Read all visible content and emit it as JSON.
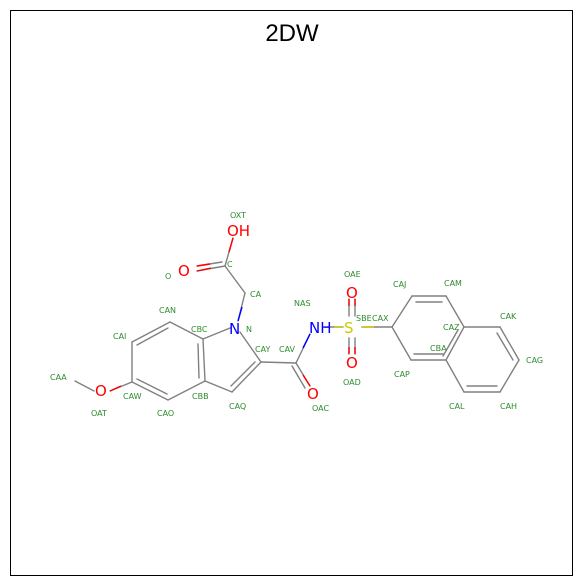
{
  "title": "2DW",
  "colors": {
    "bond": "#808080",
    "atom_label": "#2e8b2e",
    "oxygen": "#ff0000",
    "nitrogen": "#0000ff",
    "sulfur": "#cccc00",
    "frame": "#000000"
  },
  "atoms": {
    "OXT": "OXT",
    "OH": "OH",
    "O": "O",
    "C": "C",
    "CA": "CA",
    "N": "N",
    "NAS": "NAS",
    "OAE": "OAE",
    "SBE": "SBE",
    "CAX": "CAX",
    "OAD": "OAD",
    "CAY": "CAY",
    "CAV": "CAV",
    "OAC": "OAC",
    "CAN": "CAN",
    "CAI": "CAI",
    "CBC": "CBC",
    "CAA": "CAA",
    "CAW": "CAW",
    "OAT": "OAT",
    "CAO": "CAO",
    "CBB": "CBB",
    "CAQ": "CAQ",
    "CAJ": "CAJ",
    "CAM": "CAM",
    "CAK": "CAK",
    "CAZ": "CAZ",
    "CBA": "CBA",
    "CAG": "CAG",
    "CAP": "CAP",
    "CAL": "CAL",
    "CAH": "CAH"
  },
  "elements": {
    "OH": "OH",
    "O_acid": "O",
    "N_ring": "N",
    "NH": "NH",
    "S": "S",
    "O_sulfonyl_top": "O",
    "O_sulfonyl_bottom": "O",
    "O_amide": "O",
    "O_methoxy": "O"
  }
}
